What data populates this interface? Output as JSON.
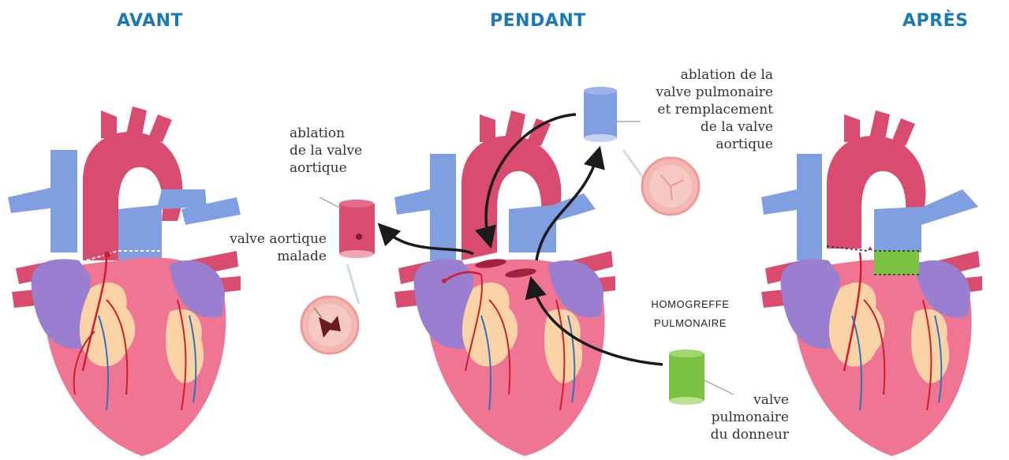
{
  "headings": {
    "before": "AVANT",
    "during": "PENDANT",
    "after": "APRÈS"
  },
  "labels": {
    "aortic_removal": [
      "ablation",
      "de la valve",
      "aortique"
    ],
    "diseased_valve": [
      "valve aortique",
      "malade"
    ],
    "pulmonary_removal": [
      "ablation de la",
      "valve pulmonaire",
      "et remplacement",
      "de la valve",
      "aortique"
    ],
    "homograft": [
      "HOMOGREFFE",
      "PULMONAIRE"
    ],
    "donor_valve": [
      "valve",
      "pulmonaire",
      "du donneur"
    ]
  },
  "colors": {
    "heading": "#1a7ab5",
    "aorta": "#d94c6f",
    "vein": "#7f9fe0",
    "atrium": "#9a7fd0",
    "ventricle": "#ef7592",
    "fat": "#fbd3a7",
    "artery": "#cc1f2f",
    "coronary_vein": "#2f74b8",
    "graft": "#7cc242",
    "arrow": "#1b1b1b"
  },
  "icons": [
    "heart-before",
    "heart-during",
    "heart-after",
    "aortic-valve-cylinder",
    "pulmonary-valve-cylinder",
    "homograft-cylinder"
  ]
}
